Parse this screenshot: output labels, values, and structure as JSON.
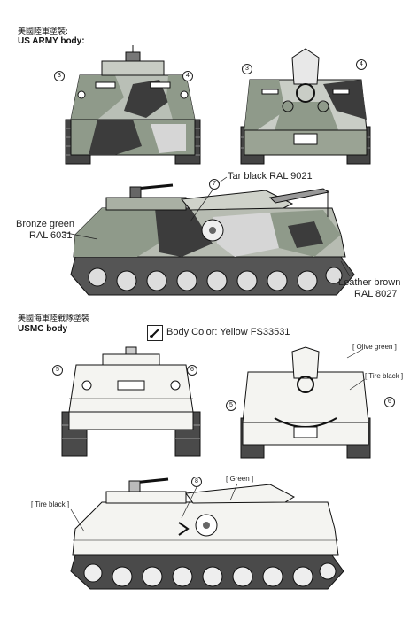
{
  "header": {
    "us_army_cn": "美國陸軍塗裝:",
    "us_army_title": "US ARMY body:",
    "usmc_cn": "美國海軍陸戰隊塗裝",
    "usmc_title": "USMC body"
  },
  "army": {
    "callout_3": "3",
    "callout_4": "4",
    "callout_7": "7",
    "color_tar_black": "Tar black RAL 9021",
    "color_bronze_green_1": "Bronze green",
    "color_bronze_green_2": "RAL 6031",
    "color_leather_brown_1": "Leather brown",
    "color_leather_brown_2": "RAL 8027"
  },
  "usmc": {
    "body_color": "Body Color: Yellow  FS33531",
    "callout_5": "5",
    "callout_6": "6",
    "callout_8": "8",
    "olive_green": "[ Olive green ]",
    "tire_black": "[ Tire black ]",
    "green": "[ Green ]"
  },
  "colors": {
    "camo_green": "#8f9a8a",
    "camo_dark": "#3c3c3c",
    "camo_light": "#d6d6d6",
    "yellow_body": "#f4f4f1",
    "line": "#222222"
  },
  "icons": {
    "brush": "paint-brush-icon"
  }
}
